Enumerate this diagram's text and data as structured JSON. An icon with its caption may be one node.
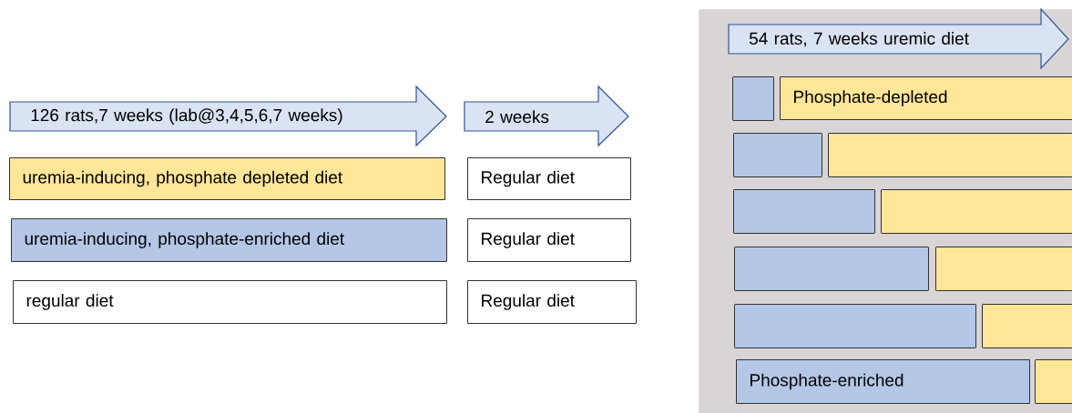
{
  "diagram": {
    "nodes": [
      {
        "text": [
          "126 rats,7 weeks (lab@3,4,5,6,7 weeks)"
        ]
      },
      {
        "text": [
          "2 weeks"
        ]
      },
      {
        "text": [
          "uremia-inducing, phosphate depleted diet"
        ]
      },
      {
        "text": [
          "Regular diet"
        ]
      },
      {
        "text": [
          "uremia-inducing, phosphate-enriched diet"
        ]
      },
      {
        "text": [
          "Regular diet"
        ]
      },
      {
        "text": [
          "regular diet"
        ]
      },
      {
        "text": [
          "Regular diet"
        ]
      },
      {
        "text": [],
        "shape": "box"
      },
      {
        "text": [
          "54 rats, 7 weeks uremic diet"
        ],
        "in": 8
      },
      {
        "text": [],
        "shape": "bar",
        "in": 8
      },
      {
        "text": [
          "Phosphate-depleted"
        ],
        "in": 8
      },
      {
        "text": [],
        "shape": "bar",
        "in": 8
      },
      {
        "text": [],
        "shape": "bar",
        "in": 8
      },
      {
        "text": [],
        "shape": "bar",
        "in": 8
      },
      {
        "text": [],
        "shape": "bar",
        "in": 8
      },
      {
        "text": [],
        "shape": "bar",
        "in": 8
      },
      {
        "text": [],
        "shape": "bar",
        "in": 8
      },
      {
        "text": [],
        "shape": "bar",
        "in": 8
      },
      {
        "text": [],
        "shape": "bar",
        "in": 8
      },
      {
        "text": [
          "Phosphate-enriched"
        ],
        "in": 8
      },
      {
        "text": [],
        "shape": "bar",
        "in": 8
      }
    ]
  }
}
